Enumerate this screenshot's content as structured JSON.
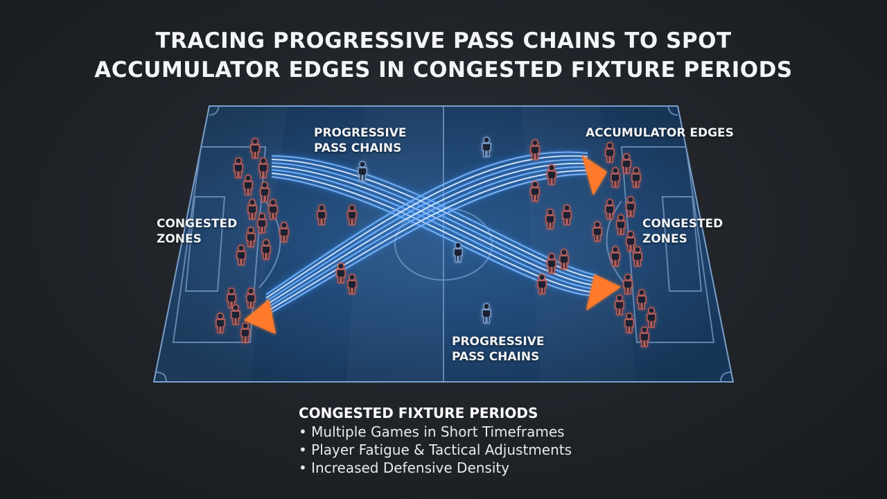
{
  "title": {
    "line1": "TRACING PROGRESSIVE PASS CHAINS TO SPOT",
    "line2": "ACCUMULATOR EDGES IN CONGESTED FIXTURE PERIODS"
  },
  "labels": {
    "progressive_top": [
      "PROGRESSIVE",
      "PASS CHAINS"
    ],
    "progressive_bottom": [
      "PROGRESSIVE",
      "PASS CHAINS"
    ],
    "accumulator": [
      "ACCUMULATOR EDGES"
    ],
    "congested_left": [
      "CONGESTED",
      "ZONES"
    ],
    "congested_right": [
      "CONGESTED",
      "ZONES"
    ]
  },
  "legend": {
    "title": "CONGESTED FIXTURE PERIODS",
    "items": [
      "Multiple Games in Short Timeframes",
      "Player Fatigue & Tactical Adjustments",
      "Increased Defensive Density"
    ]
  },
  "colors": {
    "pitch_fill": "#1f4570",
    "pitch_lines": "#6f94c0",
    "pass_glow": "#3b8ef0",
    "arrow": "#ff7a2a",
    "player_body": "#1b2433",
    "player_outline_congested": "#c6625c"
  },
  "icons": [
    "player-icon",
    "arrowhead-icon"
  ]
}
